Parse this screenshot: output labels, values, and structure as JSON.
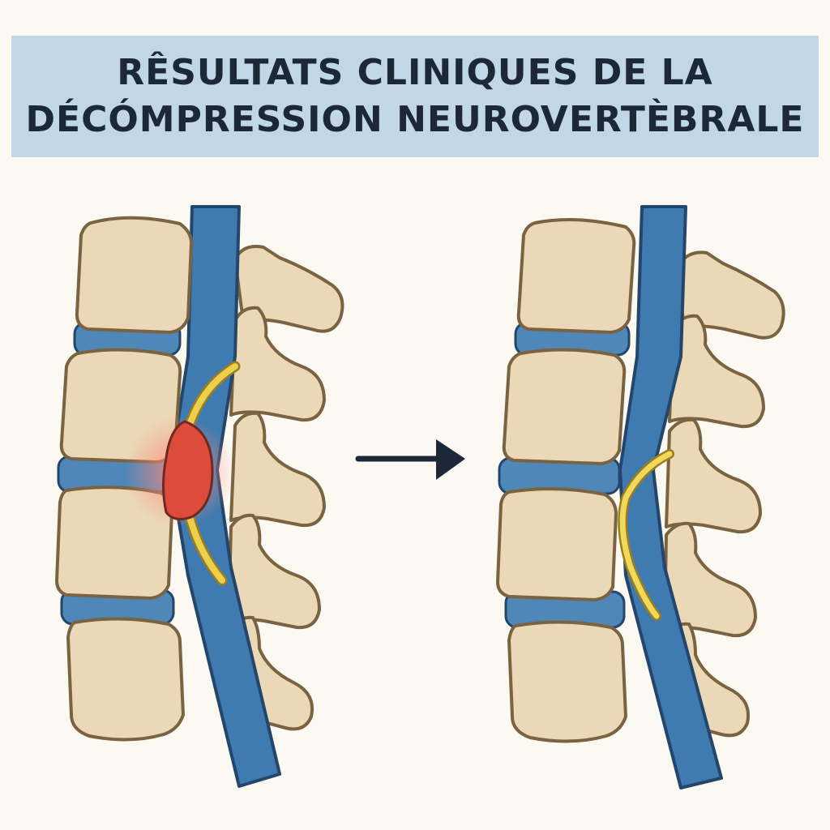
{
  "title": {
    "line1": "RÊSULTATS CLINIQUES DE LA",
    "line2": "DÉCÓMPRESSION NEUROVERTÈBRALE"
  },
  "colors": {
    "background": "#fbf9f2",
    "banner": "#c1d6e6",
    "title_text": "#1c2838",
    "bone": "#ead8b6",
    "bone_outline": "#7a6340",
    "disc": "#4f87b9",
    "spinal_cord": "#3f7bb0",
    "nerve": "#ecd04c",
    "herniation": "#dd4b3b",
    "arrow": "#1c2838"
  },
  "illustration": {
    "before": {
      "state": "compressed-nerve",
      "herniation_icon": "herniated-disc-icon"
    },
    "after": {
      "state": "decompressed-nerve"
    },
    "arrow_icon": "right-arrow-icon"
  }
}
